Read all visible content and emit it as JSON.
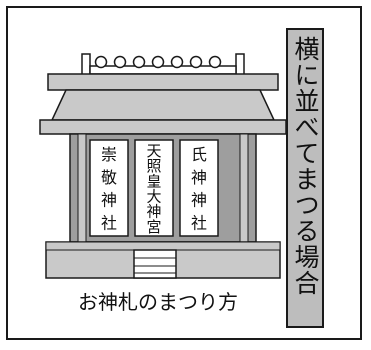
{
  "side_title": "横に並べてまつる場合",
  "caption": "お神札のまつり方",
  "amulets": [
    {
      "text": "崇敬神社"
    },
    {
      "text": "天照皇大神宮"
    },
    {
      "text": "氏神神社"
    }
  ],
  "colors": {
    "roof": "#c9c9c9",
    "wall": "#9e9e9e",
    "label_bg": "#bdbdbd",
    "stroke": "#1a1a1a"
  }
}
